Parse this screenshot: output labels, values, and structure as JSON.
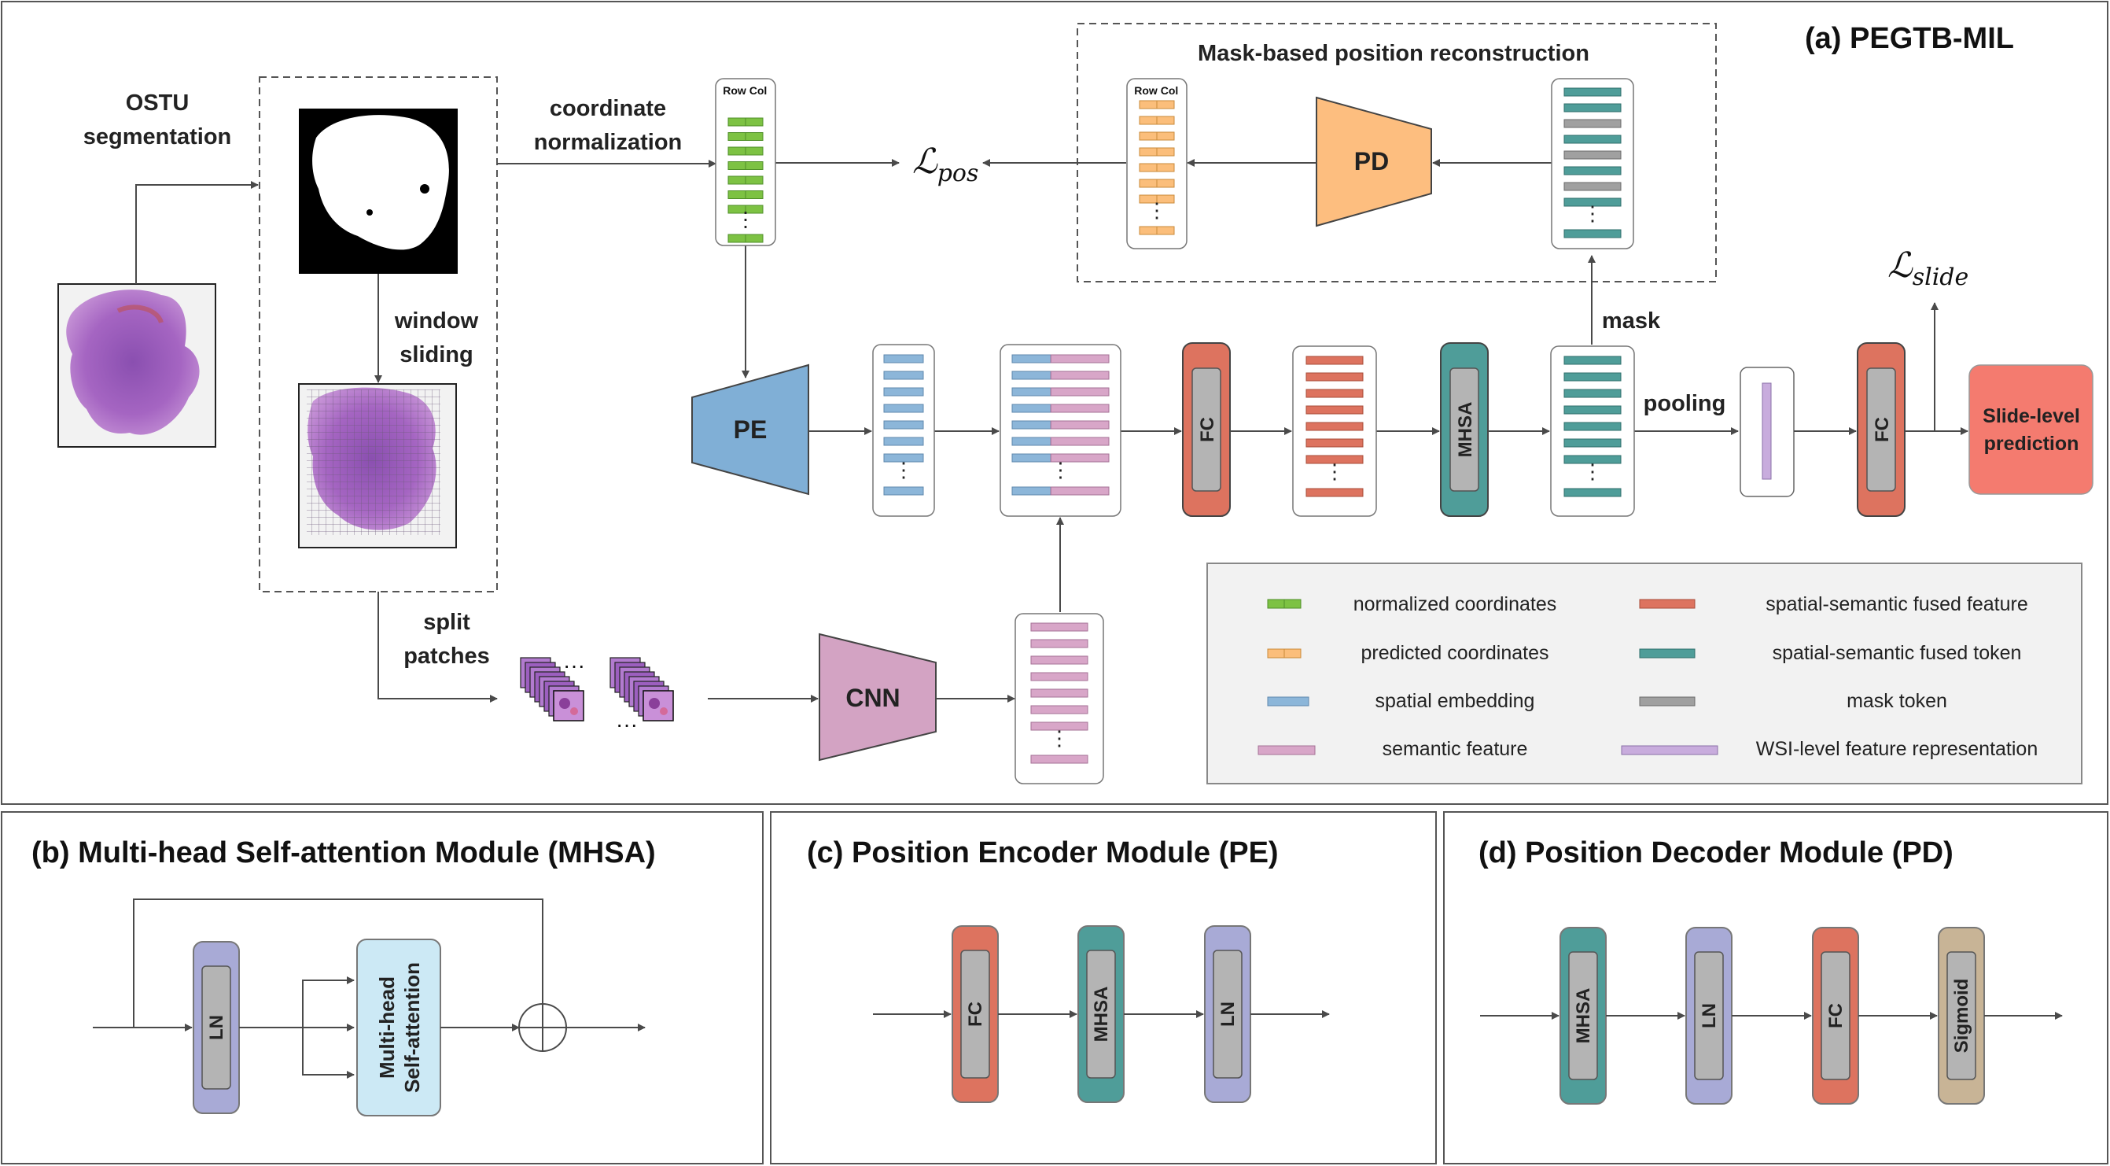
{
  "title": "(a) PEGTB-MIL",
  "colors": {
    "green": "#7dc243",
    "orange": "#fbbe7b",
    "blue": "#8cb6d9",
    "pink": "#d8a6c8",
    "red": "#dd735f",
    "teal": "#4f9d99",
    "gray": "#a0a0a0",
    "lavender": "#c8acdd",
    "pe": "#80afd6",
    "cnn": "#d3a3c3",
    "pd": "#fdbe7f",
    "pred": "#f47b6f",
    "ln": "#a8aad6",
    "att": "#cce9f5",
    "sig": "#c8b496"
  },
  "labels": {
    "ostu": "OSTU\nsegmentation",
    "coord_norm": "coordinate\nnormalization",
    "window": "window\nsliding",
    "split": "split\npatches",
    "mask_recon": "Mask-based position reconstruction",
    "row": "Row",
    "col": "Col",
    "pe": "PE",
    "pd": "PD",
    "cnn": "CNN",
    "fc": "FC",
    "mhsa": "MHSA",
    "mask": "mask",
    "pooling": "pooling",
    "slide_pred": "Slide-level\nprediction",
    "loss_pos_main": "ℒ",
    "loss_pos_sub": "pos",
    "loss_slide_main": "ℒ",
    "loss_slide_sub": "slide",
    "vdots": "⋮",
    "hdots": "···"
  },
  "legend": [
    {
      "key": "normalized coordinates",
      "swatch": "green-split"
    },
    {
      "key": "predicted coordinates",
      "swatch": "orange-split"
    },
    {
      "key": "spatial embedding",
      "swatch": "blue"
    },
    {
      "key": "semantic feature",
      "swatch": "pink"
    },
    {
      "key": "spatial-semantic fused feature",
      "swatch": "red"
    },
    {
      "key": "spatial-semantic fused token",
      "swatch": "teal"
    },
    {
      "key": "mask token",
      "swatch": "gray"
    },
    {
      "key": "WSI-level feature representation",
      "swatch": "lavender"
    }
  ],
  "panels": {
    "b": {
      "title": "(b) Multi-head Self-attention Module (MHSA)",
      "ln": "LN",
      "att": "Multi-head\nSelf-attention"
    },
    "c": {
      "title": "(c) Position Encoder Module (PE)",
      "blocks": [
        "FC",
        "MHSA",
        "LN"
      ]
    },
    "d": {
      "title": "(d) Position Decoder Module (PD)",
      "blocks": [
        "MHSA",
        "LN",
        "FC",
        "Sigmoid"
      ]
    }
  }
}
